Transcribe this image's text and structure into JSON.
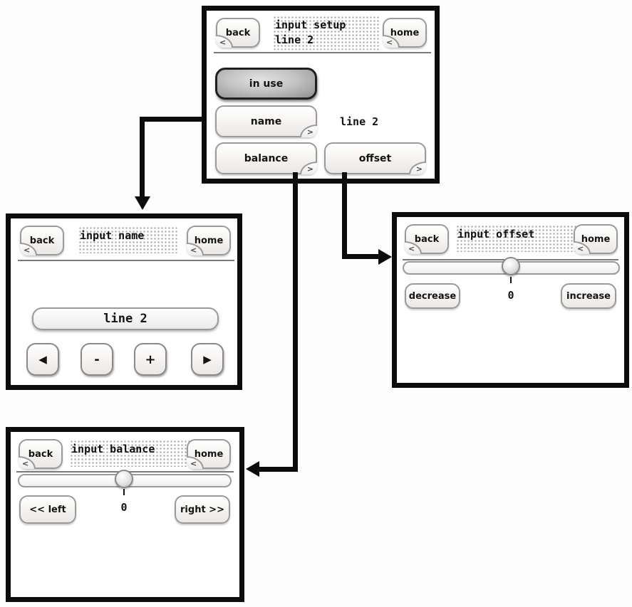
{
  "colors": {
    "panel_border": "#0c0c0c",
    "button_border": "#9a9a9a",
    "active_button_fill": "#a8a8a8",
    "text": "#141414"
  },
  "setup_panel": {
    "back_label": "back",
    "home_label": "home",
    "back_fold": "<",
    "home_fold": "<",
    "title_line1": "input setup",
    "title_line2": "line 2",
    "in_use_label": "in use",
    "name_label": "name",
    "name_fold": ">",
    "name_value": "line 2",
    "balance_label": "balance",
    "balance_fold": ">",
    "offset_label": "offset",
    "offset_fold": ">"
  },
  "name_panel": {
    "back_label": "back",
    "home_label": "home",
    "back_fold": "<",
    "home_fold": "<",
    "title": "input name",
    "value": "line 2",
    "cursor_left_icon": "◀",
    "minus_label": "-",
    "plus_label": "+",
    "cursor_right_icon": "▶"
  },
  "offset_panel": {
    "back_label": "back",
    "home_label": "home",
    "back_fold": "<",
    "home_fold": "<",
    "title": "input offset",
    "value": "0",
    "decrease_label": "decrease",
    "increase_label": "increase"
  },
  "balance_panel": {
    "back_label": "back",
    "home_label": "home",
    "back_fold": "<",
    "home_fold": "<",
    "title": "input balance",
    "value": "0",
    "left_label": "<< left",
    "right_label": "right >>"
  }
}
